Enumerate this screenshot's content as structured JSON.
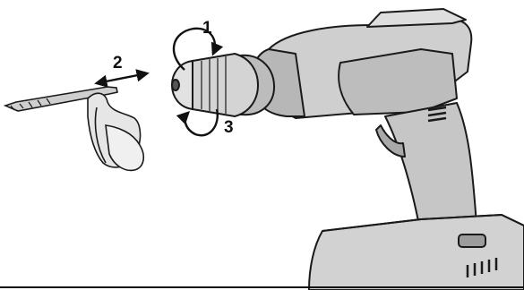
{
  "steps": [
    {
      "label": "1"
    },
    {
      "label": "2"
    },
    {
      "label": "3"
    }
  ],
  "colors": {
    "tool_body": "#c9c9c9",
    "tool_light": "#e4e4e4",
    "tool_dark": "#8f8f8f",
    "outline": "#1a1a1a",
    "background": "#ffffff"
  },
  "icons": {
    "rotate_cw": "rotate-clockwise-arrow-icon",
    "insert": "double-headed-arrow-icon",
    "rotate_ccw": "rotate-counterclockwise-arrow-icon"
  }
}
